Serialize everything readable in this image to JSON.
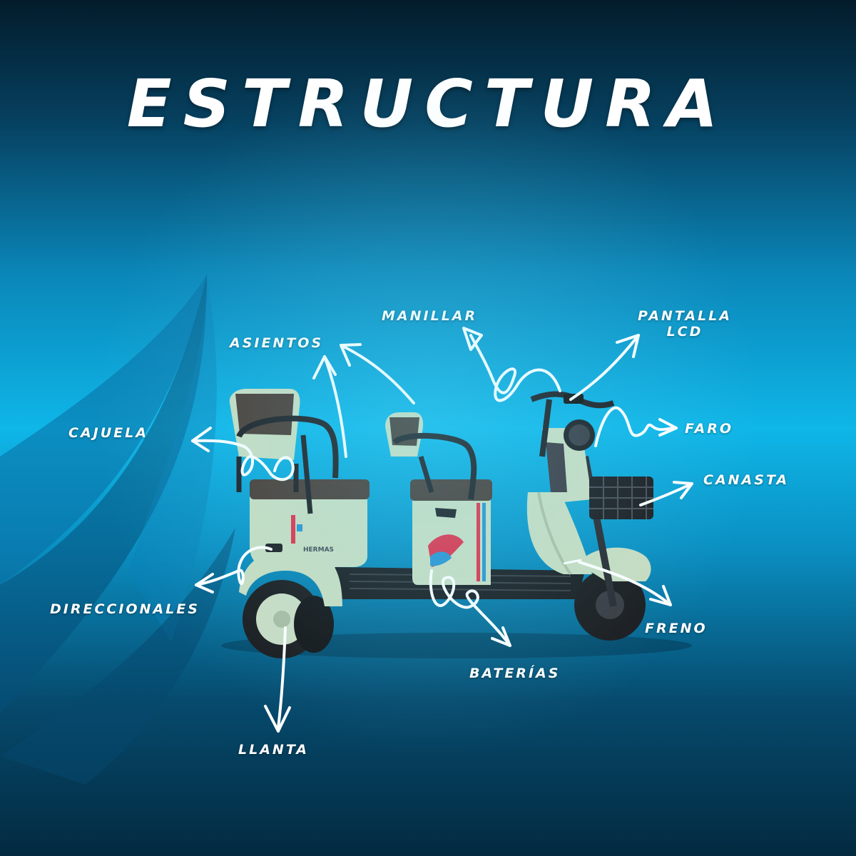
{
  "title": "ESTRUCTURA",
  "colors": {
    "accent": "#0fb6e8",
    "body": "#c9dcc0",
    "seat": "#4a3b34",
    "frame": "#1d1d22",
    "label": "#ffffff"
  },
  "brand_decal": "HERMAS",
  "labels": {
    "manillar": "MANILLAR",
    "pantalla_line1": "PANTALLA",
    "pantalla_line2": "LCD",
    "asientos": "ASIENTOS",
    "cajuela": "CAJUELA",
    "faro": "FARO",
    "canasta": "CANASTA",
    "direccionales": "DIRECCIONALES",
    "freno": "FRENO",
    "baterias": "BATERÍAS",
    "llanta": "LLANTA"
  }
}
